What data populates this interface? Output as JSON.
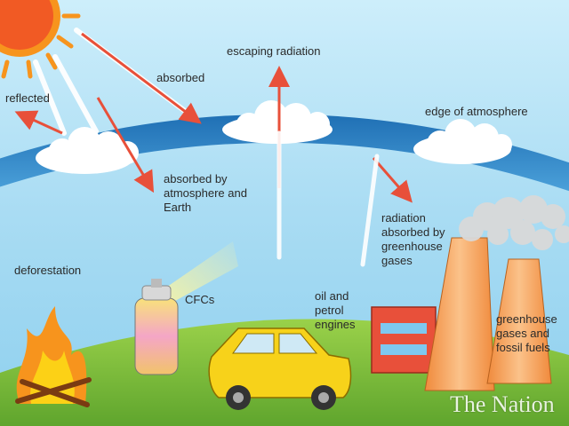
{
  "labels": {
    "reflected": "reflected",
    "absorbed": "absorbed",
    "escaping_radiation": "escaping radiation",
    "edge_of_atmosphere": "edge of atmosphere",
    "absorbed_by_atmosphere": "absorbed by\natmosphere and\nEarth",
    "radiation_absorbed": "radiation\nabsorbed by\ngreenhouse\ngases",
    "deforestation": "deforestation",
    "cfcs": "CFCs",
    "oil_petrol": "oil and\npetrol\nengines",
    "greenhouse_gases": "greenhouse\ngases and\nfossil fuels"
  },
  "watermark": "The Nation",
  "colors": {
    "sky": "#bfe6f7",
    "atmosphere_band": "#2f86c8",
    "ground": "#8cc63f",
    "sun": "#f7941d",
    "arrow": "#e8503a",
    "car": "#f7d21a",
    "chimney": "#f5a25a",
    "factory": "#e8503a"
  }
}
